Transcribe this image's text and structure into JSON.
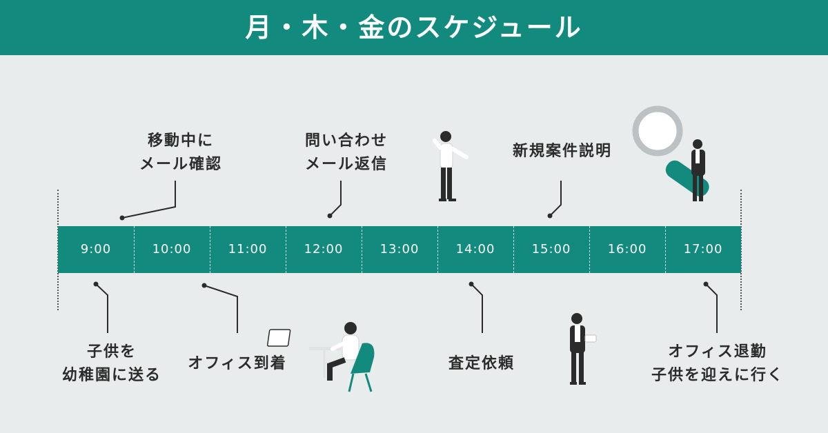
{
  "title": "月・木・金のスケジュール",
  "times": [
    "9:00",
    "10:00",
    "11:00",
    "12:00",
    "13:00",
    "14:00",
    "15:00",
    "16:00",
    "17:00"
  ],
  "events_above": [
    {
      "lines": [
        "移動中に",
        "メール確認"
      ]
    },
    {
      "lines": [
        "問い合わせ",
        "メール返信"
      ]
    },
    {
      "lines": [
        "新規案件説明"
      ]
    }
  ],
  "events_below": [
    {
      "lines": [
        "子供を",
        "幼稚園に送る"
      ]
    },
    {
      "lines": [
        "オフィス到着"
      ]
    },
    {
      "lines": [
        "査定依頼"
      ]
    },
    {
      "lines": [
        "オフィス退勤",
        "子供を迎えに行く"
      ]
    }
  ],
  "colors": {
    "accent": "#138a7e",
    "background": "#e9eced",
    "text": "#2b2b2b"
  },
  "illustrations": [
    "person-waving-icon",
    "person-magnifier-icon",
    "person-laptop-chair-icon",
    "person-tablet-icon"
  ]
}
